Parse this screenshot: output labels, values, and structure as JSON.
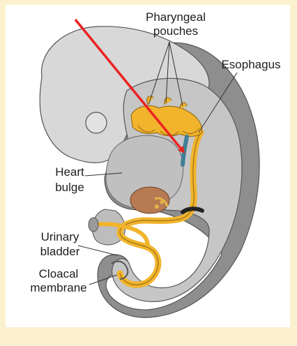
{
  "labels": {
    "pharyngeal_line1": "Pharyngeal",
    "pharyngeal_line2": "pouches",
    "esophagus": "Esophagus",
    "heart_line1": "Heart",
    "heart_line2": "bulge",
    "urinary_line1": "Urinary",
    "urinary_line2": "bladder",
    "cloacal_line1": "Cloacal",
    "cloacal_line2": "membrane"
  },
  "colors": {
    "background_border": "#fbf1cf",
    "embryo_outer": "#8e8e8e",
    "embryo_body": "#c9c9c9",
    "head": "#dadada",
    "gut_tube": "#f2b42c",
    "liver": "#b77a52",
    "trachea_bud": "#3f7f97",
    "arrow": "#ec2222"
  }
}
